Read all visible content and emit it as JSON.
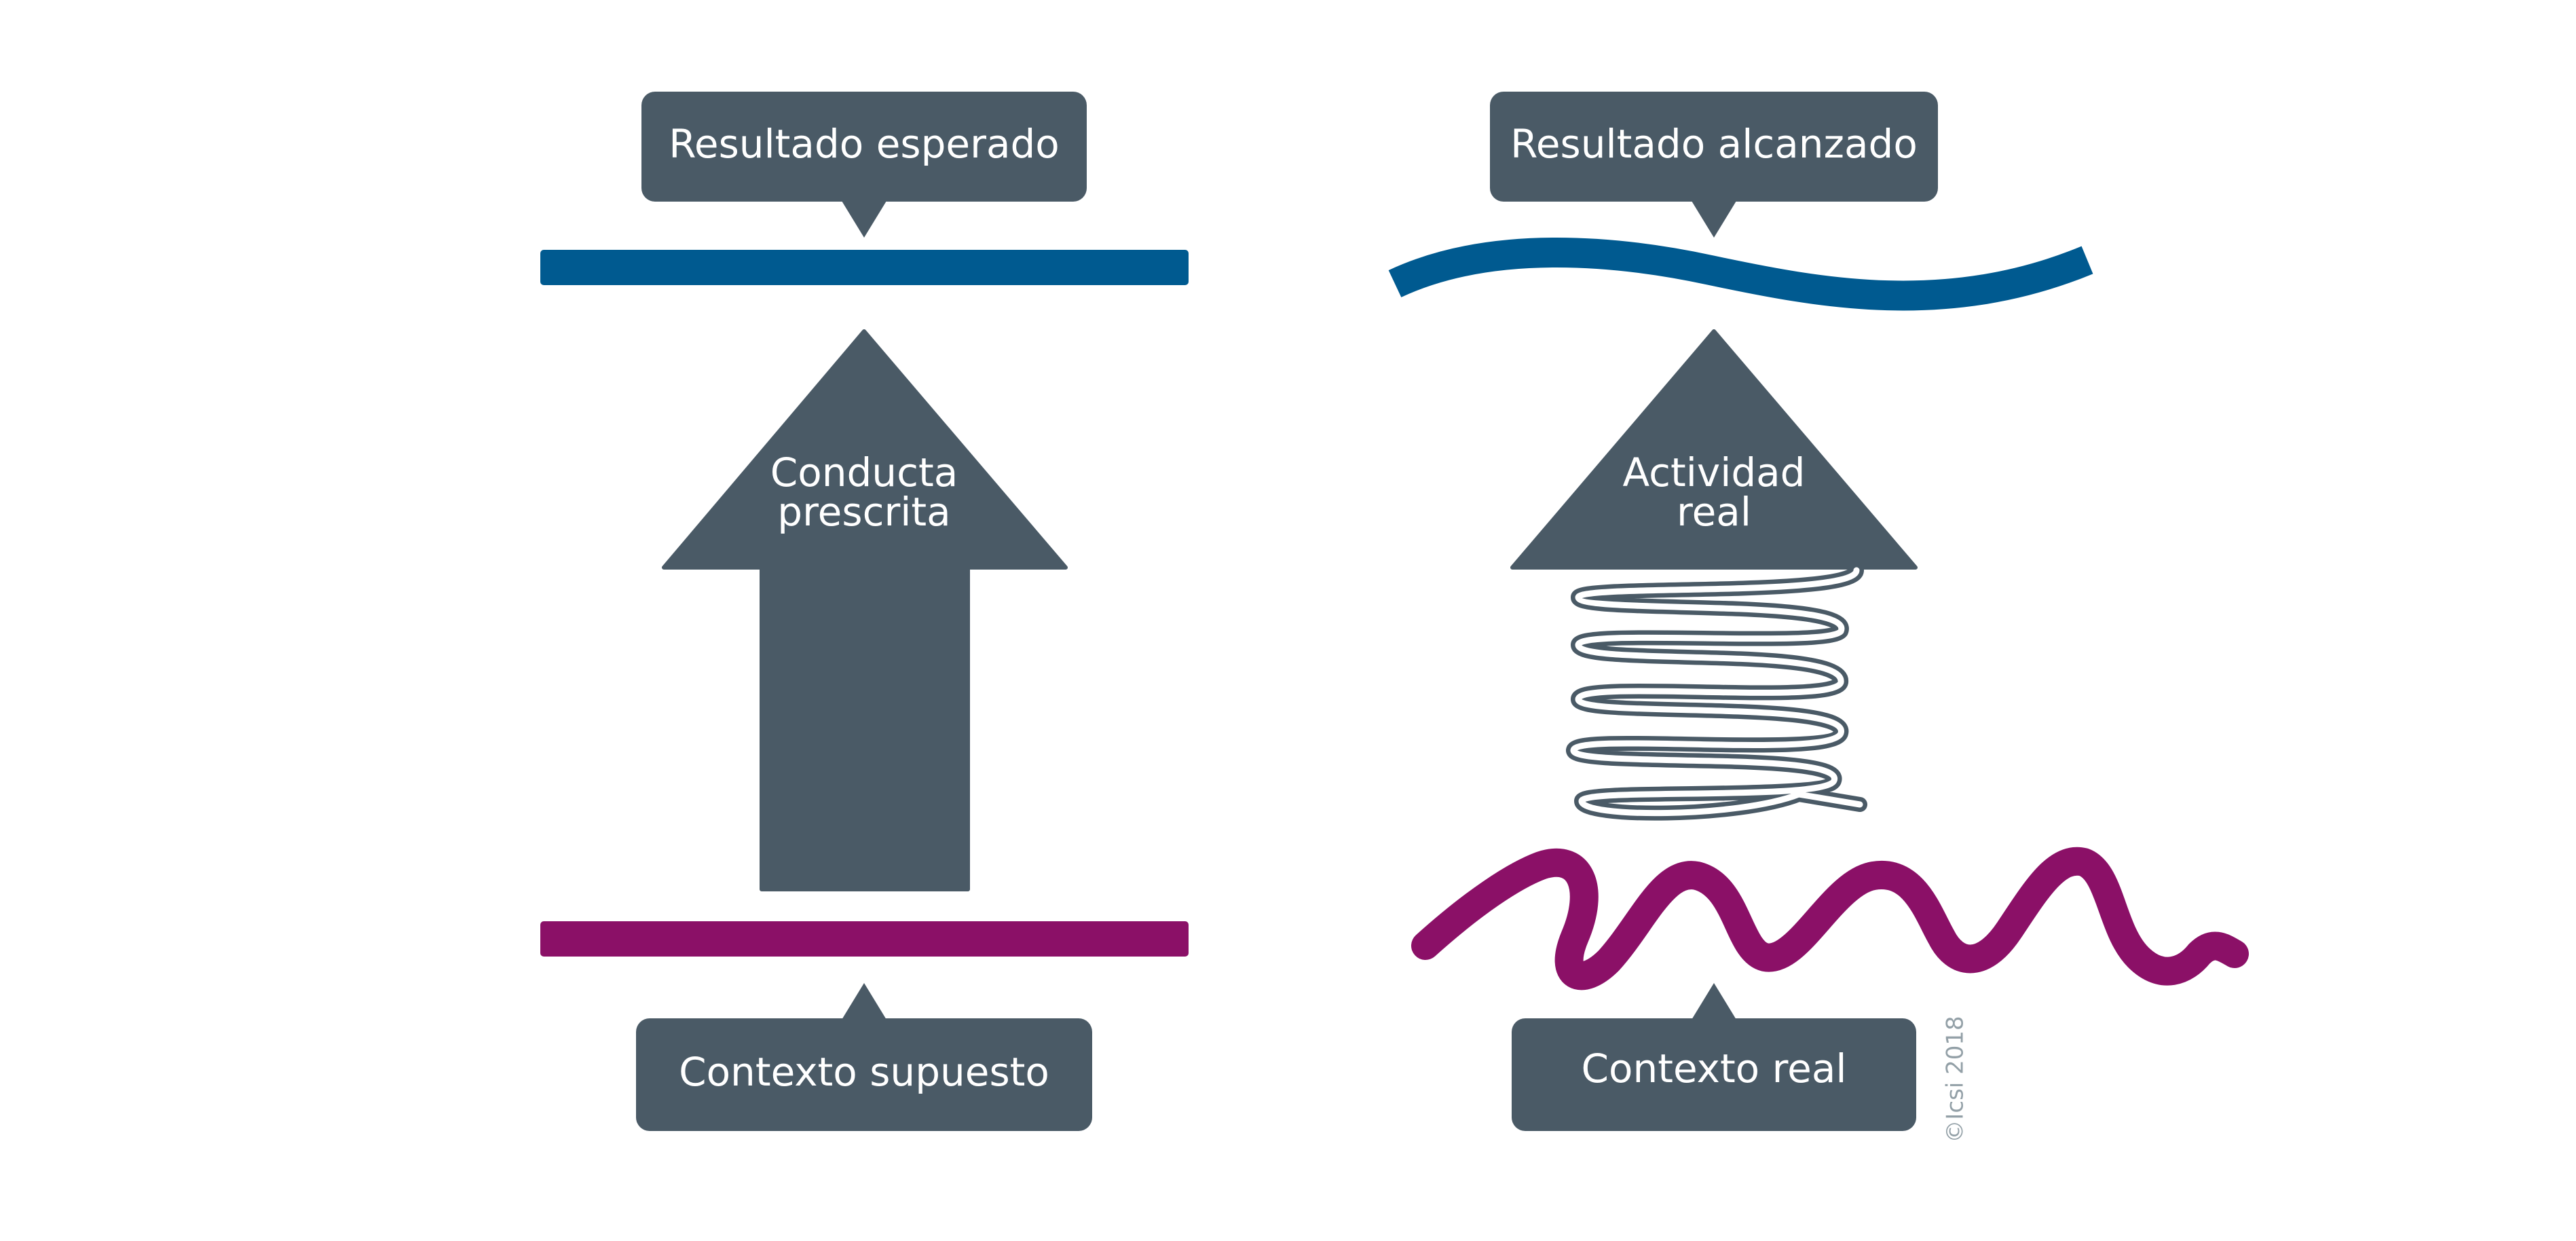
{
  "left_panel": {
    "top_label": "Resultado esperado",
    "arrow_text_line1": "Conducta",
    "arrow_text_line2": "prescrita",
    "bottom_label": "Contexto supuesto"
  },
  "right_panel": {
    "top_label": "Resultado  alcanzado",
    "arrow_text_line1": "Actividad",
    "arrow_text_line2": "real",
    "bottom_label": "Contexto real"
  },
  "copyright": "©Icsi 2018",
  "colors": {
    "label_bg": "#4a5a66",
    "arrow": "#4a5a66",
    "result_line": "#005a90",
    "context_line": "#8b1067",
    "spring": "#4a5a66",
    "copyright": "#93a0a7"
  }
}
